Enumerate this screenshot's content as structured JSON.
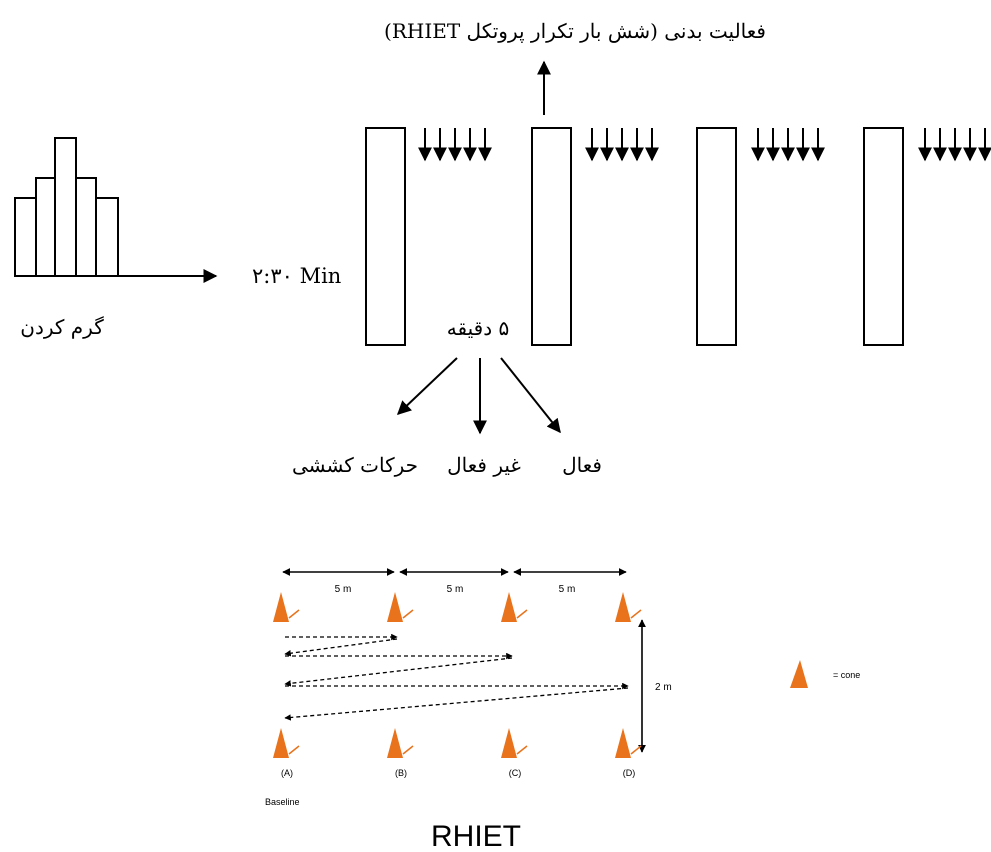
{
  "protocol": {
    "title_rtl": "فعالیت بدنی (شش بار تکرار پروتکل RHIET)",
    "warmup_label": "گرم کردن",
    "bout_duration": "۲:۳۰ Min",
    "rest_duration": "۵ دقیقه",
    "rest_types": [
      "حرکات کششی",
      "غیر فعال",
      "فعال"
    ]
  },
  "field": {
    "distances": [
      "5 m",
      "5 m",
      "5 m"
    ],
    "width_label": "2 m",
    "cone_labels": [
      "(A)",
      "(B)",
      "(C)",
      "(D)"
    ],
    "baseline_label": "Baseline",
    "legend_label": "= cone",
    "cone_color": "#e8731c"
  },
  "caption": "RHIET"
}
